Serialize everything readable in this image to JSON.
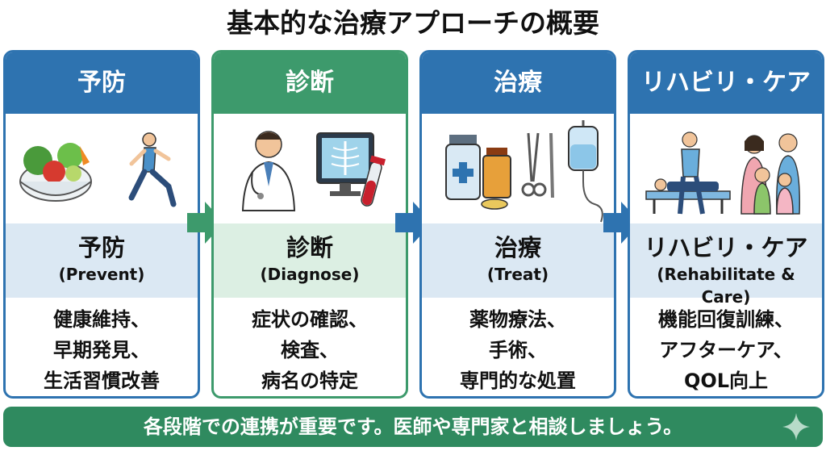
{
  "title": "基本的な治療アプローチの概要",
  "steps": [
    {
      "header": "予防",
      "label": "予防",
      "sub": "(Prevent)",
      "desc": [
        "健康維持、",
        "早期発見、",
        "生活習慣改善"
      ]
    },
    {
      "header": "診断",
      "label": "診断",
      "sub": "(Diagnose)",
      "desc": [
        "症状の確認、",
        "検査、",
        "病名の特定"
      ]
    },
    {
      "header": "治療",
      "label": "治療",
      "sub": "(Treat)",
      "desc": [
        "薬物療法、",
        "手術、",
        "専門的な処置"
      ]
    },
    {
      "header": "リハビリ・ケア",
      "label": "リハビリ・ケア",
      "sub": "(Rehabilitate & Care)",
      "desc": [
        "機能回復訓練、",
        "アフターケア、",
        "QOL向上"
      ]
    }
  ],
  "footer": "各段階での連携が重要です。医師や専門家と相談しましょう。",
  "colors": {
    "blue": "#2e73b0",
    "green": "#3d9a6c",
    "footer_green": "#2f8a5f",
    "arrow_blue": "#2e73b0",
    "arrow_green": "#3d9a6c"
  },
  "icons": [
    "salad-bowl-icon",
    "runner-icon",
    "doctor-icon",
    "xray-monitor-icon",
    "test-tube-icon",
    "medicine-bottles-icon",
    "surgical-tools-icon",
    "iv-drip-icon",
    "therapist-patient-icon",
    "family-icon",
    "sparkle-icon"
  ]
}
